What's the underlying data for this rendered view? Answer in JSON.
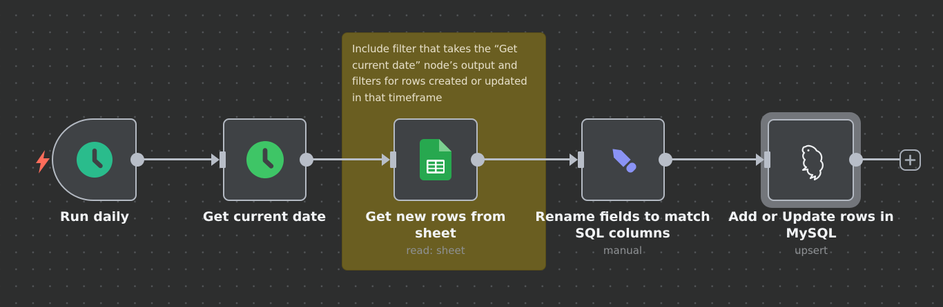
{
  "canvas": {
    "background": "#2d2e2e",
    "dot_color": "#54575a"
  },
  "sticky_note": {
    "text": "Include filter that takes the “Get current date” node’s output and filters for rows created or updated in that timeframe",
    "background": "#6a5e21",
    "text_color": "#e7e0ca"
  },
  "nodes": [
    {
      "label": "Run daily",
      "icon": "clock-icon",
      "icon_color": "#2abc8c",
      "type": "schedule-trigger"
    },
    {
      "label": "Get current date",
      "icon": "clock-icon",
      "icon_color": "#3ec566"
    },
    {
      "label": "Get new rows from sheet",
      "subtitle": "read: sheet",
      "icon": "google-sheets-icon",
      "icon_color": "#27a84f",
      "icon_fold_color": "#7ccf90"
    },
    {
      "label": "Rename fields to match SQL columns",
      "subtitle": "manual",
      "icon": "pencil-icon",
      "icon_color": "#8a93f5"
    },
    {
      "label": "Add or Update rows in MySQL",
      "subtitle": "upsert",
      "icon": "mysql-dolphin-icon",
      "icon_color": "#eef0f2",
      "selected": true
    }
  ],
  "colors": {
    "node_fill": "#3f4245",
    "node_border": "#b4bac3",
    "connector": "#b8bec8",
    "selection_halo": "#73767b",
    "trigger_bolt": "#ff6d5b",
    "label_text": "#f2f4f6",
    "subtitle_text": "#8e9194"
  },
  "icons": {
    "add_node": "plus-icon",
    "trigger": "lightning-bolt-icon"
  }
}
